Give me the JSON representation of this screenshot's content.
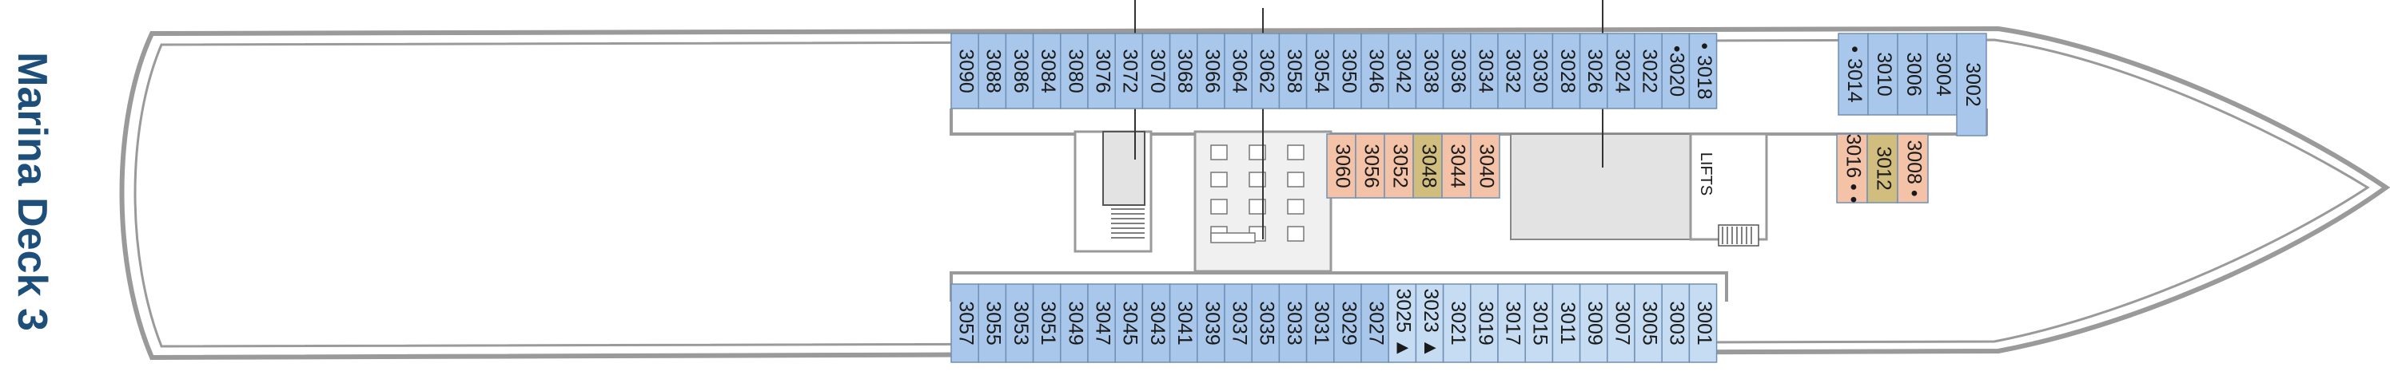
{
  "title": "Marina Deck 3",
  "lifts_label": "LIFTS",
  "colors": {
    "hull": "#9a9a9a",
    "cabin_blue": "#a8c7ea",
    "cabin_light_blue": "#c5dcf2",
    "cabin_peach": "#f4c3a7",
    "cabin_gold": "#d1bd7e",
    "service": "#e3e3e3",
    "text": "#1a1a1a",
    "title": "#1d4f7a"
  },
  "top_row": [
    "3090",
    "3088",
    "3086",
    "3084",
    "3080",
    "3076",
    "3072",
    "3070",
    "3068",
    "3066",
    "3064",
    "3062",
    "3058",
    "3054",
    "3050",
    "3046",
    "3042",
    "3038",
    "3036",
    "3034",
    "3032",
    "3030",
    "3028",
    "3026",
    "3024",
    "3022",
    "•3020",
    "• 3018"
  ],
  "top_row_forward": [
    "• 3014",
    "3010",
    "3006",
    "3004",
    "3002"
  ],
  "inner_cabins": [
    {
      "label": "3060",
      "color": "peach"
    },
    {
      "label": "3056",
      "color": "peach"
    },
    {
      "label": "3052",
      "color": "peach"
    },
    {
      "label": "3048",
      "color": "gold"
    },
    {
      "label": "3044",
      "color": "peach"
    },
    {
      "label": "3040",
      "color": "peach"
    }
  ],
  "forward_inner": [
    {
      "label": "3016 • •",
      "color": "peach"
    },
    {
      "label": "3012",
      "color": "gold"
    },
    {
      "label": "3008 •",
      "color": "peach"
    }
  ],
  "bottom_row": [
    "3057",
    "3055",
    "3053",
    "3051",
    "3049",
    "3047",
    "3045",
    "3043",
    "3041",
    "3039",
    "3037",
    "3035",
    "3033",
    "3031",
    "3029",
    "3027",
    "3025 ▲",
    "3023 ▲",
    "3021",
    "3019",
    "3017",
    "3015",
    "3011",
    "3009",
    "3007",
    "3005",
    "3003",
    "3001"
  ]
}
